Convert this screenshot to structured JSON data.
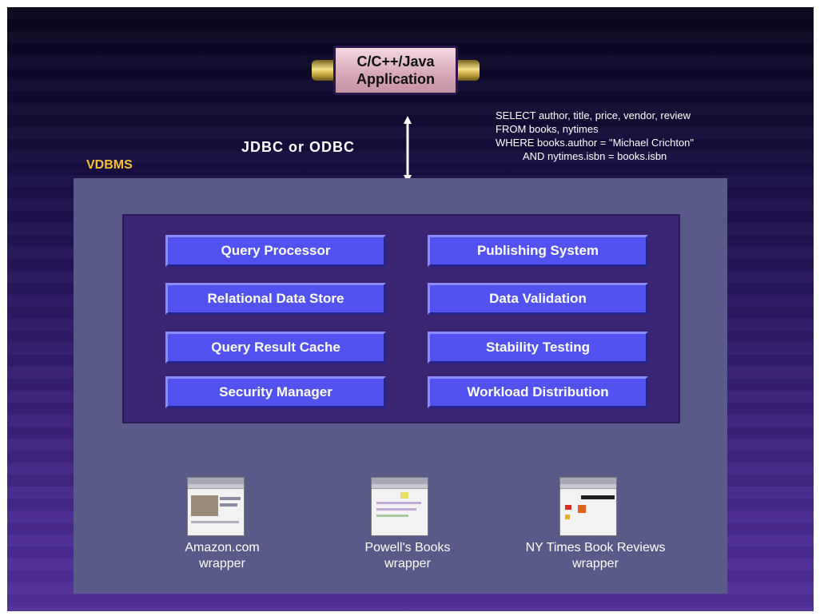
{
  "app": {
    "line1": "C/C++/Java",
    "line2": "Application"
  },
  "connection_label": "JDBC or ODBC",
  "vdbms_label": "VDBMS",
  "sql": {
    "line1": "SELECT author, title, price, vendor, review",
    "line2": "FROM books, nytimes",
    "line3": "WHERE books.author = \"Michael Crichton\"",
    "line4": "AND nytimes.isbn = books.isbn"
  },
  "modules": [
    "Query Processor",
    "Relational Data Store",
    "Query Result Cache",
    "Security Manager",
    "Publishing System",
    "Data Validation",
    "Stability Testing",
    "Workload Distribution"
  ],
  "wrappers": [
    {
      "line1": "Amazon.com",
      "line2": "wrapper"
    },
    {
      "line1": "Powell's Books",
      "line2": "wrapper"
    },
    {
      "line1": "NY Times Book Reviews",
      "line2": "wrapper"
    }
  ],
  "colors": {
    "module_fill": "#5252f0",
    "vdbms_label": "#f2c230",
    "outer_box": "#5a5a88",
    "inner_box": "#3b2472"
  }
}
